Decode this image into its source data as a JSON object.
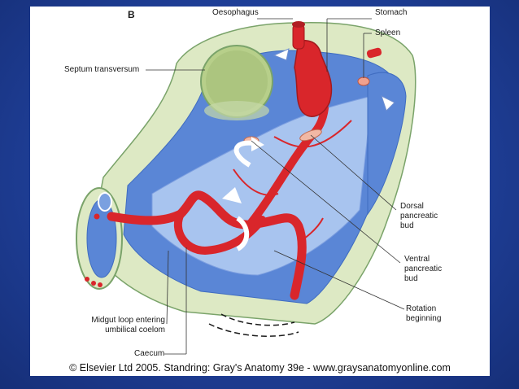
{
  "figure": {
    "panel_letter": "B",
    "labels": {
      "oesophagus": "Oesophagus",
      "stomach": "Stomach",
      "spleen": "Spleen",
      "septum_transversum": "Septum transversum",
      "dorsal_pancreatic_bud": [
        "Dorsal",
        "pancreatic",
        "bud"
      ],
      "ventral_pancreatic_bud": [
        "Ventral",
        "pancreatic",
        "bud"
      ],
      "rotation_beginning": [
        "Rotation",
        "beginning"
      ],
      "midgut_loop": [
        "Midgut loop entering",
        "umbilical coelom"
      ],
      "caecum": "Caecum"
    },
    "copyright": "© Elsevier Ltd 2005. Standring: Gray's Anatomy 39e - www.graysanatomyonline.com"
  },
  "colors": {
    "slide_background": "#1f3f98",
    "cavity_blue": "#5a86d6",
    "mesentery_green": "#bfe3b8",
    "gut_red": "#d9262b",
    "liver_green": "#b7cf8a"
  }
}
